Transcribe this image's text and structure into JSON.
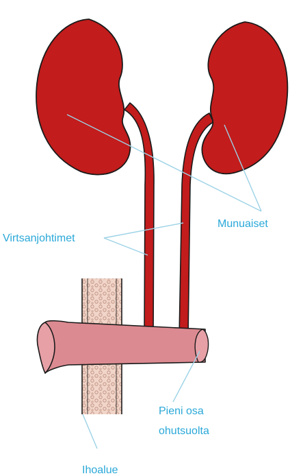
{
  "labels": {
    "kidneys": "Munuaiset",
    "ureters": "Virtsanjohtimet",
    "small_intestine_line1": "Pieni osa",
    "small_intestine_line2": "ohutsuolta",
    "skin": "Ihoalue"
  },
  "colors": {
    "kidney": "#c21c1c",
    "outline": "#1a1a1a",
    "intestine": "#dc8a91",
    "intestine_light": "#e6a0a6",
    "skin_tissue": "#f1d5c8",
    "label_text": "#2aa8d8",
    "leader_line": "#9cd2e6"
  }
}
